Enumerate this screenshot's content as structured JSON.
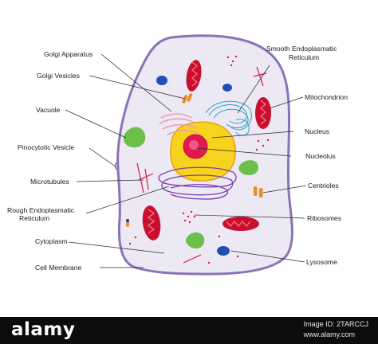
{
  "labels": {
    "golgi_apparatus": "Golgi Apparatus",
    "golgi_vesicles": "Golgi Vesicles",
    "vacuole": "Vacuole",
    "pinocytotic_vesicle": "Pinocytotic Vesicle",
    "microtubules": "Microtubules",
    "rough_er_line1": "Rough Endoplasmatic",
    "rough_er_line2": "Reticulum",
    "cytoplasm": "Cytoplasm",
    "cell_membrane": "Cell Membrane",
    "smooth_er_line1": "Smooth Endoplasmatic",
    "smooth_er_line2": "Reticulum",
    "mitochondrion": "Mitochondrion",
    "nucleus": "Nucleus",
    "nucleolus": "Nucleolus",
    "centrioles": "Centrioles",
    "ribosomes": "Ribosomes",
    "lysosome": "Lysosome"
  },
  "colors": {
    "cell_fill": "#ece8f4",
    "cell_outline": "#8a74b4",
    "nucleus": "#f7d21e",
    "nucleus_outline": "#e8a010",
    "nucleolus": "#e01a4f",
    "mitochondria": "#c8102e",
    "lysosome": "#1f4fb5",
    "vacuole": "#6cc04a",
    "golgi": "#e8a0b4",
    "smooth_er": "#2aa0c8",
    "rough_er": "#7b3fa8",
    "centrioles": "#f08a24",
    "ribosomes": "#d81b3c",
    "microtubules": "#d81b3c"
  },
  "footer": {
    "brand": "alamy",
    "image_id": "Image ID: 2TARCCJ",
    "site": "www.alamy.com"
  }
}
